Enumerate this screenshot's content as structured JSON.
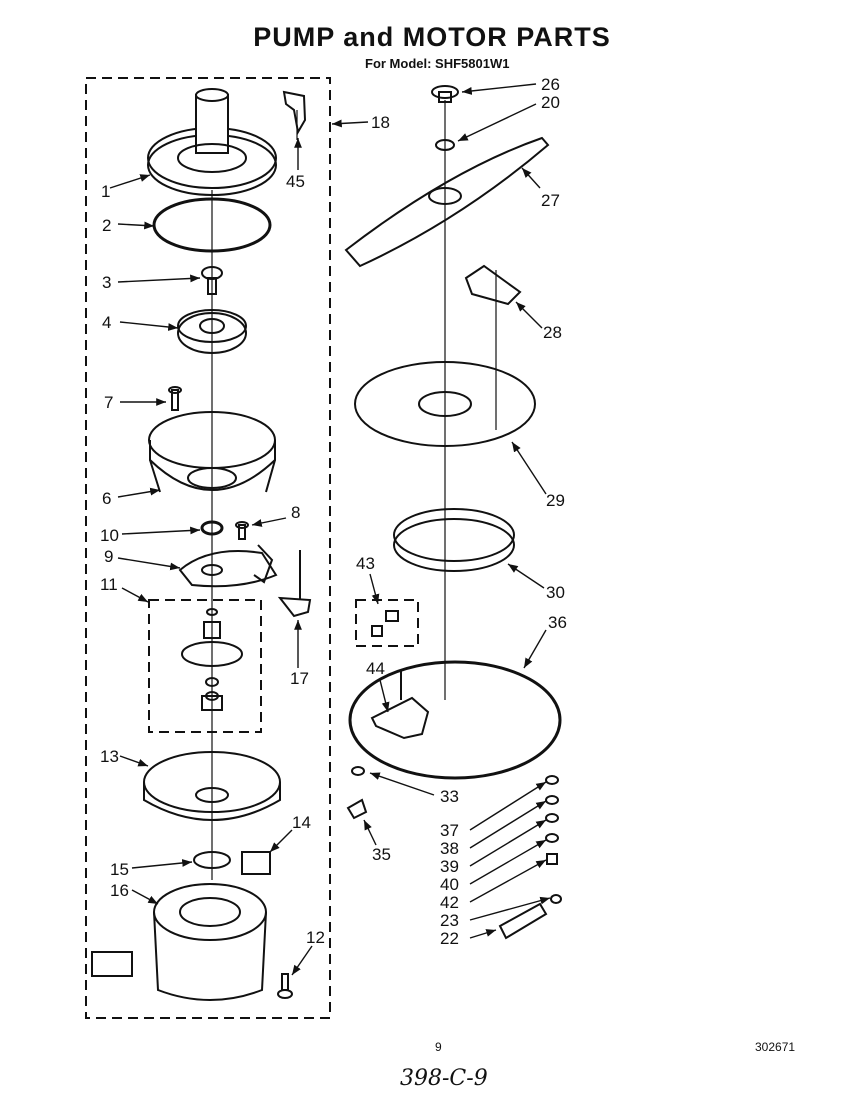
{
  "title": "PUMP and MOTOR PARTS",
  "subtitle": "For Model: SHF5801W1",
  "page_number": "9",
  "doc_number": "302671",
  "handwritten_note": "398-C-9",
  "part_labels": [
    "1",
    "2",
    "3",
    "4",
    "7",
    "6",
    "10",
    "8",
    "9",
    "11",
    "17",
    "13",
    "14",
    "15",
    "16",
    "12",
    "45",
    "18",
    "26",
    "20",
    "27",
    "28",
    "29",
    "30",
    "43",
    "36",
    "44",
    "33",
    "35",
    "37",
    "38",
    "39",
    "40",
    "42",
    "23",
    "22"
  ]
}
